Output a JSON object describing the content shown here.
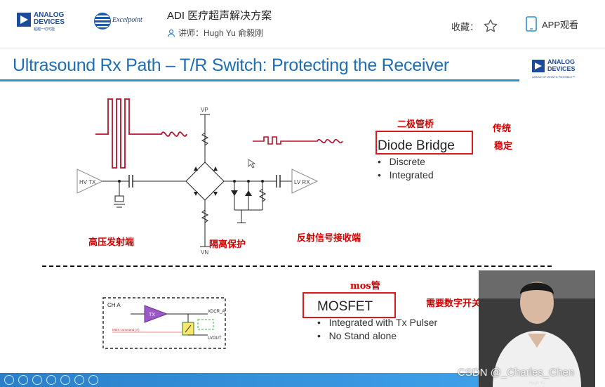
{
  "header": {
    "logo_adi_line1": "ANALOG",
    "logo_adi_line2": "DEVICES",
    "logo_adi_tagline": "超越一切可能",
    "logo_partner": "Excelpoint",
    "title": "ADI 医疗超声解决方案",
    "lecturer": "讲师：Hugh Yu 俞毅刚",
    "favorite_label": "收藏：",
    "app_label": "APP观看"
  },
  "slide": {
    "title": "Ultrasound Rx Path – T/R Switch: Protecting the Receiver",
    "logo_line1": "ANALOG",
    "logo_line2": "DEVICES",
    "logo_tagline": "AHEAD OF WHAT'S POSSIBLE™",
    "diagram_labels": {
      "hv_tx": "HV TX",
      "lv_rx": "LV RX",
      "vp": "VP",
      "vn": "VN"
    },
    "section1": {
      "annotation_top": "二极管桥",
      "heading": "Diode Bridge",
      "bullets": [
        "Discrete",
        "Integrated"
      ],
      "side_note_1": "传统",
      "side_note_2": "稳定"
    },
    "labels_cn": {
      "hv_end": "高压发射端",
      "isolation": "隔离保护",
      "rx_end": "反射信号接收端"
    },
    "section2": {
      "annotation_top": "mos管",
      "heading": "MOSFET",
      "bullets": [
        "Integrated with Tx Pulser",
        "No Stand alone"
      ],
      "side_note": "需要数字开关"
    },
    "mini_diagram": {
      "ch": "CH A",
      "tx": "TX",
      "xdcr": "XDCR_A",
      "lvout": "LVOUT",
      "mos_cmd": "MOS command (A)"
    }
  },
  "video": {
    "caption": "Hugh Yu"
  },
  "watermark": "CSDN @_Charles_Chen"
}
